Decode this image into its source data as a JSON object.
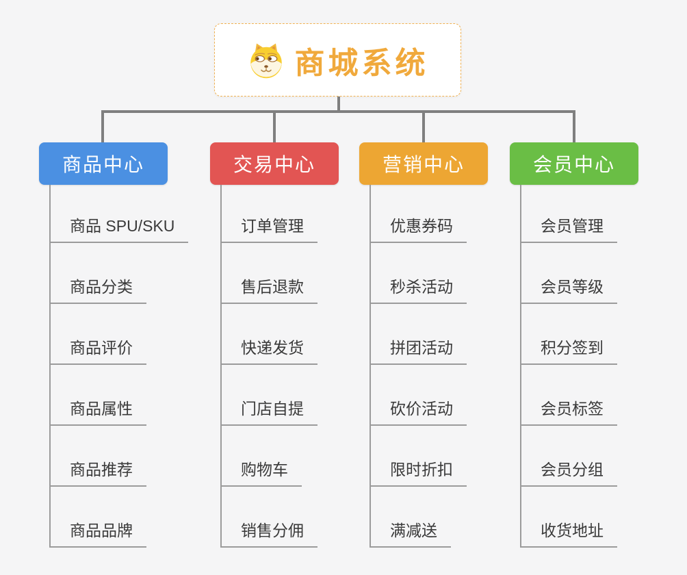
{
  "root": {
    "title": "商城系统",
    "icon": "dog-icon"
  },
  "colors": {
    "background": "#f5f5f6",
    "connector": "#7f7f7f",
    "root_border": "#f0b050",
    "root_title": "#f0a93c",
    "item_text": "#3a3a3a",
    "item_line": "#9b9b9b"
  },
  "branches": [
    {
      "label": "商品中心",
      "color": "#4b90e2",
      "items": [
        "商品 SPU/SKU",
        "商品分类",
        "商品评价",
        "商品属性",
        "商品推荐",
        "商品品牌"
      ]
    },
    {
      "label": "交易中心",
      "color": "#e25553",
      "items": [
        "订单管理",
        "售后退款",
        "快递发货",
        "门店自提",
        "购物车",
        "销售分佣"
      ]
    },
    {
      "label": "营销中心",
      "color": "#eda633",
      "items": [
        "优惠券码",
        "秒杀活动",
        "拼团活动",
        "砍价活动",
        "限时折扣",
        "满减送"
      ]
    },
    {
      "label": "会员中心",
      "color": "#6abe45",
      "items": [
        "会员管理",
        "会员等级",
        "积分签到",
        "会员标签",
        "会员分组",
        "收货地址"
      ]
    }
  ]
}
